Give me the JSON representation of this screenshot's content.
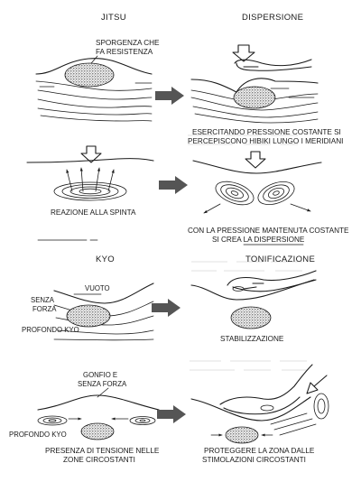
{
  "titles": {
    "jitsu": "JITSU",
    "dispersione": "DISPERSIONE",
    "kyo": "KYO",
    "tonificazione": "TONIFICAZIONE"
  },
  "labels": {
    "sporgenza_1": "SPORGENZA CHE",
    "sporgenza_2": "FA RESISTENZA",
    "esercitando_1": "ESERCITANDO PRESSIONE COSTANTE SI",
    "esercitando_2": "PERCEPISCONO HIBIKI LUNGO I MERIDIANI",
    "reazione": "REAZIONE ALLA SPINTA",
    "pressione_1": "CON LA PRESSIONE MANTENUTA COSTANTE",
    "pressione_2": "SI CREA LA DISPERSIONE",
    "vuoto": "VUOTO",
    "senza": "SENZA",
    "forza": "FORZA",
    "profondo_kyo_1": "PROFONDO KYO",
    "stabilizzazione": "STABILIZZAZIONE",
    "gonfio_1": "GONFIO E",
    "gonfio_2": "SENZA FORZA",
    "profondo_kyo_2": "PROFONDO KYO",
    "presenza_1": "PRESENZA DI TENSIONE NELLE",
    "presenza_2": "ZONE CIRCOSTANTI",
    "proteggere_1": "PROTEGGERE LA ZONA DALLE",
    "proteggere_2": "STIMOLAZIONI CIRCOSTANTI"
  }
}
